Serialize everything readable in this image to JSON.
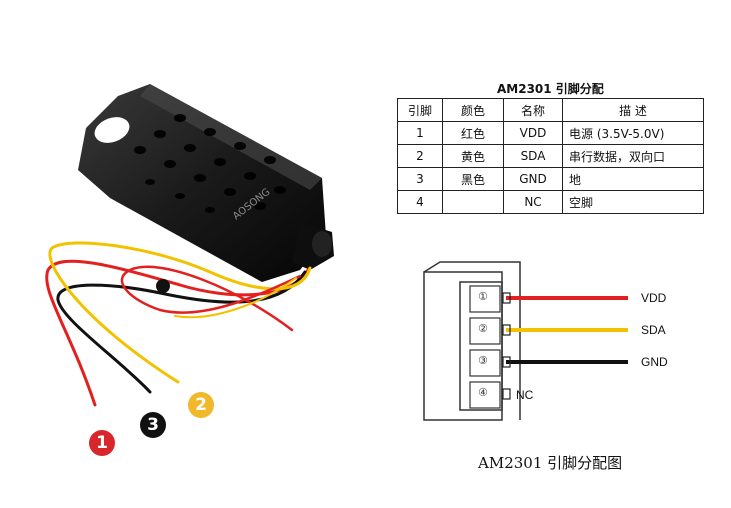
{
  "table": {
    "title": "AM2301 引脚分配",
    "headers": [
      "引脚",
      "颜色",
      "名称",
      "描 述"
    ],
    "rows": [
      {
        "pin": "1",
        "color": "红色",
        "name": "VDD",
        "desc": "电源 (3.5V-5.0V)"
      },
      {
        "pin": "2",
        "color": "黄色",
        "name": "SDA",
        "desc": "串行数据，双向口"
      },
      {
        "pin": "3",
        "color": "黑色",
        "name": "GND",
        "desc": "地"
      },
      {
        "pin": "4",
        "color": "",
        "name": "NC",
        "desc": "空脚"
      }
    ]
  },
  "diagram": {
    "caption": "AM2301 引脚分配图",
    "pins": [
      {
        "num": "①",
        "label": "VDD",
        "color": "#e32020"
      },
      {
        "num": "②",
        "label": "SDA",
        "color": "#f2c200"
      },
      {
        "num": "③",
        "label": "GND",
        "color": "#111111"
      },
      {
        "num": "④",
        "label": "NC",
        "color": ""
      }
    ]
  },
  "photo": {
    "brand": "AOSONG",
    "badges": [
      {
        "num": "1",
        "color": "#d8262b"
      },
      {
        "num": "3",
        "color": "#111111"
      },
      {
        "num": "2",
        "color": "#f0b82a"
      }
    ]
  }
}
